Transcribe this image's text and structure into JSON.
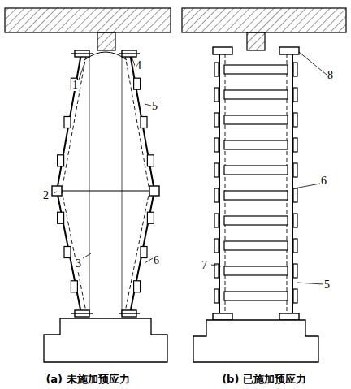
{
  "diagram": {
    "labels": [
      "4",
      "1",
      "5",
      "2",
      "3",
      "6",
      "8",
      "6",
      "7",
      "5",
      "(a) 未施加预应力",
      "(b) 已施加预应力"
    ]
  }
}
